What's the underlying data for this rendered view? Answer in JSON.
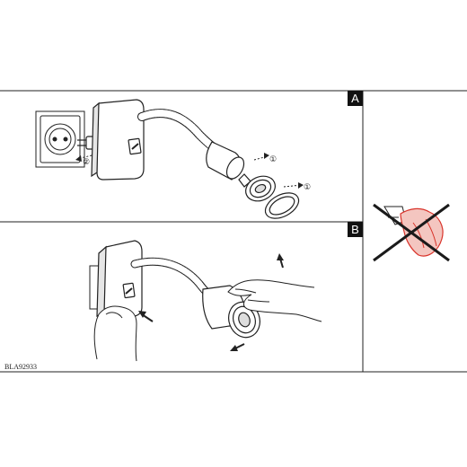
{
  "panels": {
    "a_label": "A",
    "b_label": "B"
  },
  "steps": {
    "step_1": "①",
    "step_2": "②",
    "step_3": "①"
  },
  "warning": {
    "icon": "no-cloth-cleaning-icon",
    "cross_color": "#1a1a1a",
    "cloth_color": "#d9342b"
  },
  "footer": {
    "code": "BLA92933"
  }
}
